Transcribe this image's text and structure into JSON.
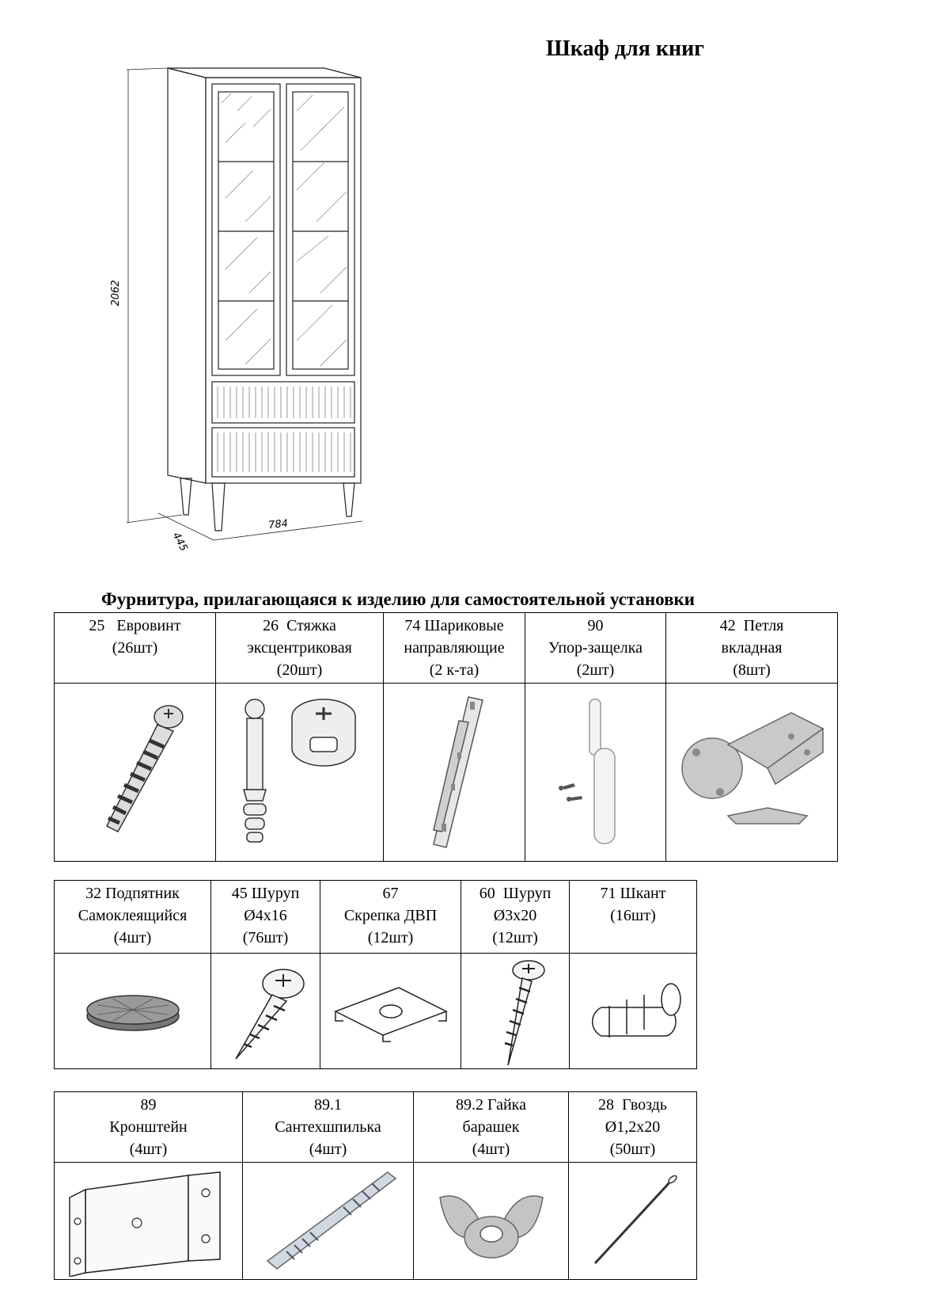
{
  "title": "Шкаф для книг",
  "dimensions": {
    "height": "2062",
    "width": "784",
    "depth": "445"
  },
  "subtitle": "Фурнитура, прилагающаяся к изделию для самостоятельной установки",
  "table1": [
    {
      "l1": "25   Евровинт",
      "l2": "(26шт)",
      "l3": "",
      "icon": "euroscrew-icon"
    },
    {
      "l1": "26  Стяжка",
      "l2": "эксцентриковая",
      "l3": "(20шт)",
      "icon": "eccentric-coupler-icon"
    },
    {
      "l1": "74 Шариковые",
      "l2": "направляющие",
      "l3": "(2 к-та)",
      "icon": "ball-slide-icon"
    },
    {
      "l1": "90",
      "l2": "Упор-защелка",
      "l3": "(2шт)",
      "icon": "push-latch-icon"
    },
    {
      "l1": "42  Петля",
      "l2": "вкладная",
      "l3": "(8шт)",
      "icon": "hinge-icon"
    }
  ],
  "table2": [
    {
      "l1": "32 Подпятник",
      "l2": "Самоклеящийся",
      "l3": "(4шт)",
      "icon": "felt-pad-icon"
    },
    {
      "l1": "45 Шуруп",
      "l2": "Ø4x16",
      "l3": "(76шт)",
      "icon": "screw-icon"
    },
    {
      "l1": "67",
      "l2": "Скрепка ДВП",
      "l3": "(12шт)",
      "icon": "hdf-clip-icon"
    },
    {
      "l1": "60  Шуруп",
      "l2": "Ø3x20",
      "l3": "(12шт)",
      "icon": "screw-long-icon"
    },
    {
      "l1": "71 Шкант",
      "l2": "(16шт)",
      "l3": "",
      "icon": "dowel-icon"
    }
  ],
  "table3": [
    {
      "l1": "89",
      "l2": "Кронштейн",
      "l3": "(4шт)",
      "icon": "bracket-icon"
    },
    {
      "l1": "89.1",
      "l2": "Сантехшпилька",
      "l3": "(4шт)",
      "icon": "hanger-bolt-icon"
    },
    {
      "l1": "89.2 Гайка",
      "l2": "барашек",
      "l3": "(4шт)",
      "icon": "wing-nut-icon"
    },
    {
      "l1": "28  Гвоздь",
      "l2": "Ø1,2x20",
      "l3": "(50шт)",
      "icon": "nail-icon"
    }
  ]
}
